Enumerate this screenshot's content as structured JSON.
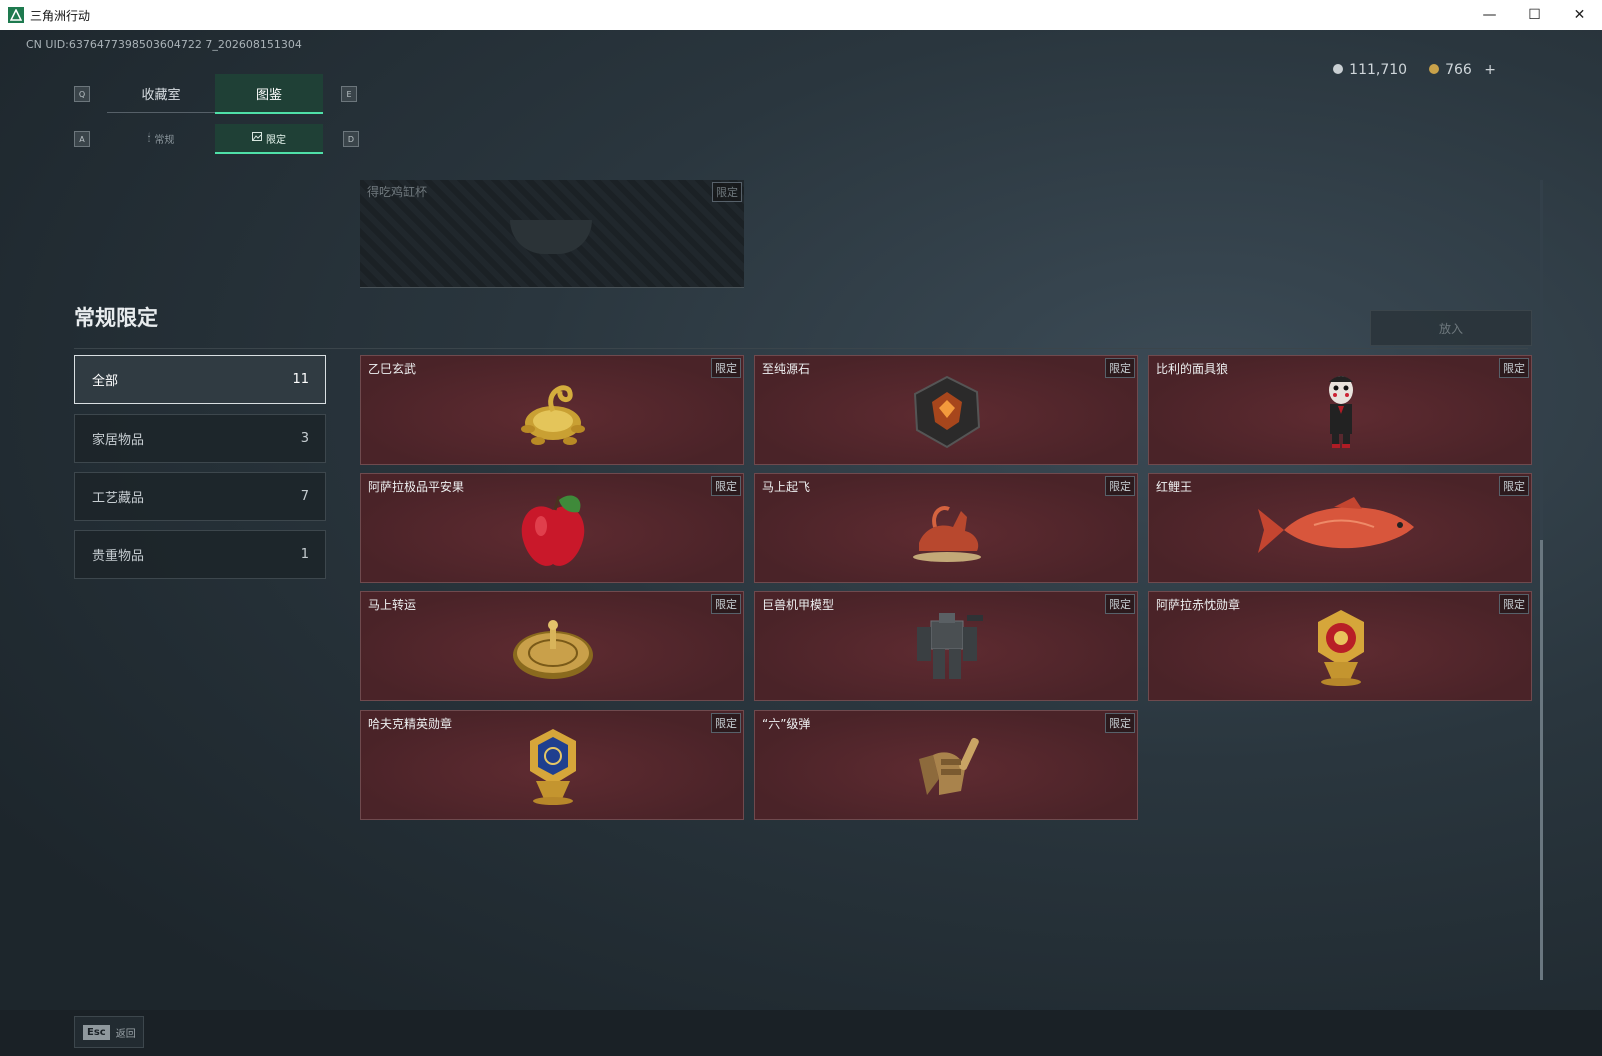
{
  "window": {
    "title": "三角洲行动",
    "minimize": "—",
    "maximize": "☐",
    "close": "✕"
  },
  "uid": "CN UID:6376477398503604722 7_202608151304",
  "tabs": {
    "key_left": "Q",
    "key_right": "E",
    "items": [
      {
        "label": "收藏室",
        "active": false
      },
      {
        "label": "图鉴",
        "active": true
      }
    ]
  },
  "subtabs": {
    "key_left": "A",
    "key_right": "D",
    "items": [
      {
        "label": "常规",
        "icon": "flame-icon",
        "active": false
      },
      {
        "label": "限定",
        "icon": "picture-icon",
        "active": true
      }
    ]
  },
  "currency": {
    "silver": "111,710",
    "gold": "766",
    "add": "+",
    "colors": {
      "silver": "#c9cfd3",
      "gold": "#c9a24a"
    }
  },
  "preview": {
    "name": "得吃鸡缸杯",
    "tag": "限定"
  },
  "section": {
    "title": "常规限定",
    "place_button": "放入"
  },
  "categories": [
    {
      "label": "全部",
      "count": "11",
      "active": true
    },
    {
      "label": "家居物品",
      "count": "3",
      "active": false
    },
    {
      "label": "工艺藏品",
      "count": "7",
      "active": false
    },
    {
      "label": "贵重物品",
      "count": "1",
      "active": false
    }
  ],
  "items": [
    {
      "name": "乙巳玄武",
      "tag": "限定",
      "icon": "golden-serpent-tortoise-icon"
    },
    {
      "name": "至纯源石",
      "tag": "限定",
      "icon": "ore-crystal-icon"
    },
    {
      "name": "比利的面具狼",
      "tag": "限定",
      "icon": "billy-puppet-icon"
    },
    {
      "name": "阿萨拉极品平安果",
      "tag": "限定",
      "icon": "red-apple-icon"
    },
    {
      "name": "马上起飞",
      "tag": "限定",
      "icon": "flying-horse-icon"
    },
    {
      "name": "红鲤王",
      "tag": "限定",
      "icon": "red-carp-icon"
    },
    {
      "name": "马上转运",
      "tag": "限定",
      "icon": "golden-compass-icon"
    },
    {
      "name": "巨兽机甲模型",
      "tag": "限定",
      "icon": "mech-model-icon"
    },
    {
      "name": "阿萨拉赤忱勋章",
      "tag": "限定",
      "icon": "red-medal-icon"
    },
    {
      "name": "哈夫克精英勋章",
      "tag": "限定",
      "icon": "blue-medal-icon"
    },
    {
      "name": "“六”级弹",
      "tag": "限定",
      "icon": "bullet-hand-icon"
    }
  ],
  "footer": {
    "esc_key": "Esc",
    "back_label": "返回"
  },
  "theme": {
    "accent": "#4fe0a8",
    "card_bg": "#4a2328",
    "card_border": "#6f4a4e"
  }
}
